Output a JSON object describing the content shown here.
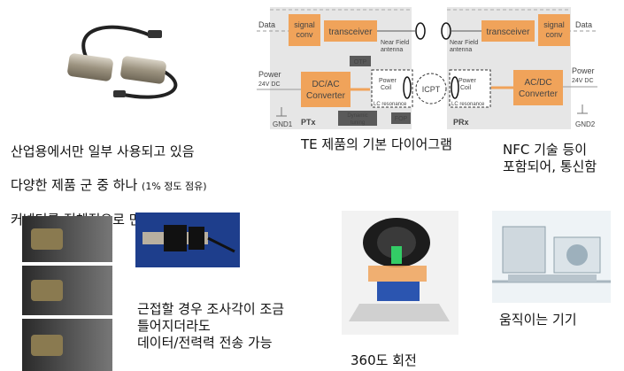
{
  "diagram": {
    "data_left": "Data",
    "data_right": "Data",
    "signal_conv_left": [
      "signal",
      "conv"
    ],
    "signal_conv_right": [
      "signal",
      "conv"
    ],
    "transceiver_left": "transceiver",
    "transceiver_right": "transceiver",
    "near_field_left": [
      "Near Field",
      "antenna"
    ],
    "near_field_right": [
      "Near Field",
      "antenna"
    ],
    "otp": "OTP",
    "power_left": [
      "Power",
      "24V DC"
    ],
    "power_right": [
      "Power",
      "24V DC"
    ],
    "dcac": [
      "DC/AC",
      "Converter"
    ],
    "acdc": [
      "AC/DC",
      "Converter"
    ],
    "power_coil_left": [
      "Power",
      "Coil"
    ],
    "power_coil_right": [
      "Power",
      "Coil"
    ],
    "lc_left": "LC resonance",
    "lc_right": "LC resonance",
    "icpt": "ICPT",
    "gnd1": "GND1",
    "gnd2": "GND2",
    "ptx": "PTx",
    "prx": "PRx",
    "dynamic_tuning": [
      "Dynamic",
      "tuning"
    ],
    "fop": "FOP"
  },
  "captions": {
    "top_left_line1": "산업용에서만 일부 사용되고 있음",
    "top_left_line2_main": "다양한 제품 군 중 하나 ",
    "top_left_line2_small": "(1% 정도 점유)",
    "top_left_line3": "커넥터를 전체적으로 만들 수도 있으며",
    "diagram_caption": "TE 제품의 기본 다이어그램",
    "nfc_caption": "NFC 기술 등이\n포함되어, 통신함",
    "proximity_caption": "근접할 경우 조사각이 조금\n틀어지더라도\n데이터/전력력 전송 가능",
    "rotation_caption": "360도 회전",
    "moving_caption": "움직이는 기기"
  },
  "colors": {
    "orange": "#f0a35a",
    "diagram_bg": "#e6e6e6",
    "dark_box": "#5a5a5a",
    "accent_blue": "#1e3e8c"
  }
}
